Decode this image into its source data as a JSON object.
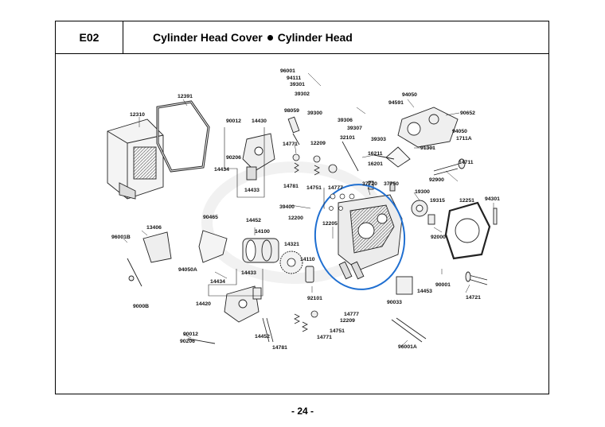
{
  "header": {
    "section_code": "E02",
    "title_part1": "Cylinder Head Cover",
    "title_part2": "Cylinder Head"
  },
  "labels": {
    "l96001": "96001",
    "l94111": "94111",
    "l39301": "39301",
    "l39302": "39302",
    "l12391": "12391",
    "l12310": "12310",
    "l98059": "98059",
    "l39300": "39300",
    "l39306": "39306",
    "l39307": "39307",
    "l39303": "39303",
    "l94050a": "94050",
    "l94591": "94591",
    "l90652": "90652",
    "l94050b": "94050",
    "l1711a": "1711A",
    "l90012a": "90012",
    "l14430": "14430",
    "l90206a": "90206",
    "l14434a": "14434",
    "l14433a": "14433",
    "l14771a": "14771",
    "l12209a": "12209",
    "l32101": "32101",
    "l16211": "16211",
    "l91301": "91301",
    "l16201": "16201",
    "l14781a": "14781",
    "l14751a": "14751",
    "l14777a": "14777",
    "l14711": "14711",
    "l92900": "92900",
    "l37720": "37720",
    "l37750": "37750",
    "l19300": "19300",
    "l19315": "19315",
    "l12251": "12251",
    "l94301": "94301",
    "l39400": "39400",
    "l12200": "12200",
    "l14452a": "14452",
    "l90465": "90465",
    "l14100": "14100",
    "l13406": "13406",
    "l96001b": "96001B",
    "l12205": "12205",
    "l14321": "14321",
    "l92000": "92000",
    "l94050a2": "94050A",
    "l14110": "14110",
    "l14433b": "14433",
    "l14434b": "14434",
    "l90001": "90001",
    "l14453": "14453",
    "l90008": "9000B",
    "l14420": "14420",
    "l92101": "92101",
    "l90033": "90033",
    "l14721": "14721",
    "l14777b": "14777",
    "l12209b": "12209",
    "l14751b": "14751",
    "l14771b": "14771",
    "l90012b": "90012",
    "l90206b": "90206",
    "l14452b": "14452",
    "l14781b": "14781",
    "l96001a": "96001A"
  },
  "footer": {
    "page_number": "- 24 -"
  },
  "colors": {
    "highlight": "#1f6fd1",
    "line": "#222222"
  }
}
